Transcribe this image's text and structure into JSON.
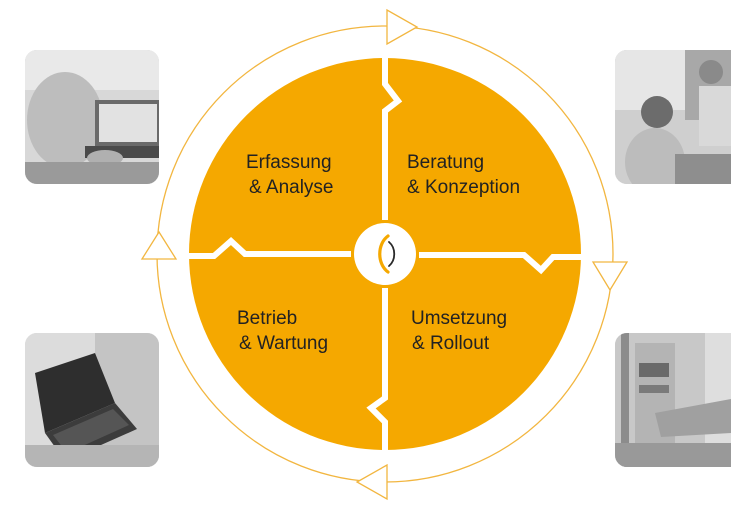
{
  "quadrants": {
    "top_left": {
      "line1": "Erfassung",
      "line2": "& Analyse"
    },
    "top_right": {
      "line1": "Beratung",
      "line2": "& Konzeption"
    },
    "bottom_left": {
      "line1": "Betrieb",
      "line2": "& Wartung"
    },
    "bottom_right": {
      "line1": "Umsetzung",
      "line2": "& Rollout"
    }
  },
  "colors": {
    "accent": "#F5A800",
    "ring": "#F2B640",
    "divider": "#ffffff",
    "text": "#222222"
  },
  "icons": [
    "arrow-triangle-icon",
    "brand-logo-icon"
  ],
  "photos": [
    "photo-person-laptop",
    "photo-team-meeting",
    "photo-laptop-closeup",
    "photo-hardware-install"
  ]
}
